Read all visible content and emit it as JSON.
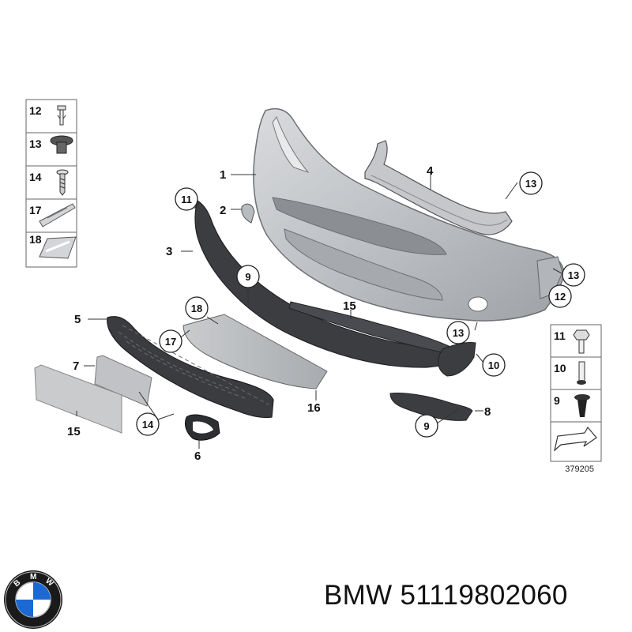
{
  "legend_left": [
    "12",
    "13",
    "14",
    "17",
    "18"
  ],
  "legend_right": [
    "11",
    "10",
    "9"
  ],
  "callouts": {
    "c1": "1",
    "c2": "2",
    "c3": "3",
    "c4": "4",
    "c5": "5",
    "c6": "6",
    "c7": "7",
    "c8": "8",
    "c9a": "9",
    "c9b": "9",
    "c10": "10",
    "c11": "11",
    "c12": "12",
    "c13a": "13",
    "c13b": "13",
    "c13c": "13",
    "c14": "14",
    "c15a": "15",
    "c15b": "15",
    "c16": "16",
    "c17": "17",
    "c18": "18"
  },
  "reference_number": "379205",
  "brand_line": "BMW 51119802060",
  "logo_text": "BMW",
  "colors": {
    "bumper_fill": "#c8cacd",
    "dark_part": "#3c3d41",
    "accent_blue": "#1c69d4",
    "logo_black": "#1a1a1a"
  }
}
